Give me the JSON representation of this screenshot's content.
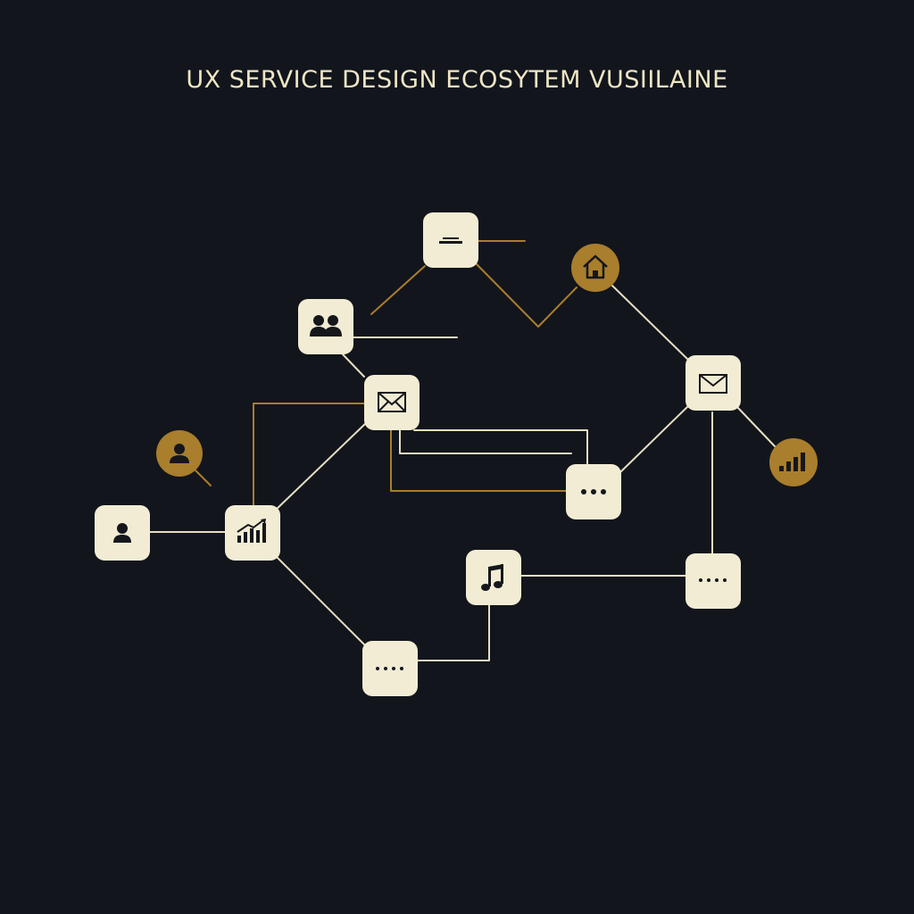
{
  "title": "UX SERVICE DESIGN ECOSYTEM VUSIILAINE",
  "colors": {
    "background": "#12151c",
    "node_fill": "#f1ecd3",
    "node_icon": "#15171c",
    "accent": "#a97e2c",
    "line_light": "#e6dfc2",
    "line_gold": "#a97e2c"
  },
  "nodes": [
    {
      "id": "menu-node",
      "shape": "square",
      "icon": "menu-icon"
    },
    {
      "id": "group-node",
      "shape": "square",
      "icon": "users-icon"
    },
    {
      "id": "mail-node-center",
      "shape": "square",
      "icon": "mail-icon"
    },
    {
      "id": "mail-node-right",
      "shape": "square",
      "icon": "mail-icon"
    },
    {
      "id": "more-node-mid",
      "shape": "square",
      "icon": "ellipsis-icon"
    },
    {
      "id": "user-node",
      "shape": "square",
      "icon": "user-icon"
    },
    {
      "id": "chart-node",
      "shape": "square",
      "icon": "bar-chart-icon"
    },
    {
      "id": "music-node",
      "shape": "square",
      "icon": "music-note-icon"
    },
    {
      "id": "more-node-bottom-right",
      "shape": "square",
      "icon": "ellipsis-icon"
    },
    {
      "id": "more-node-bottom",
      "shape": "square",
      "icon": "ellipsis-icon"
    },
    {
      "id": "home-node",
      "shape": "circle",
      "icon": "home-icon"
    },
    {
      "id": "search-user-node",
      "shape": "circle",
      "icon": "user-search-icon"
    },
    {
      "id": "signal-node",
      "shape": "circle",
      "icon": "signal-bars-icon"
    }
  ]
}
